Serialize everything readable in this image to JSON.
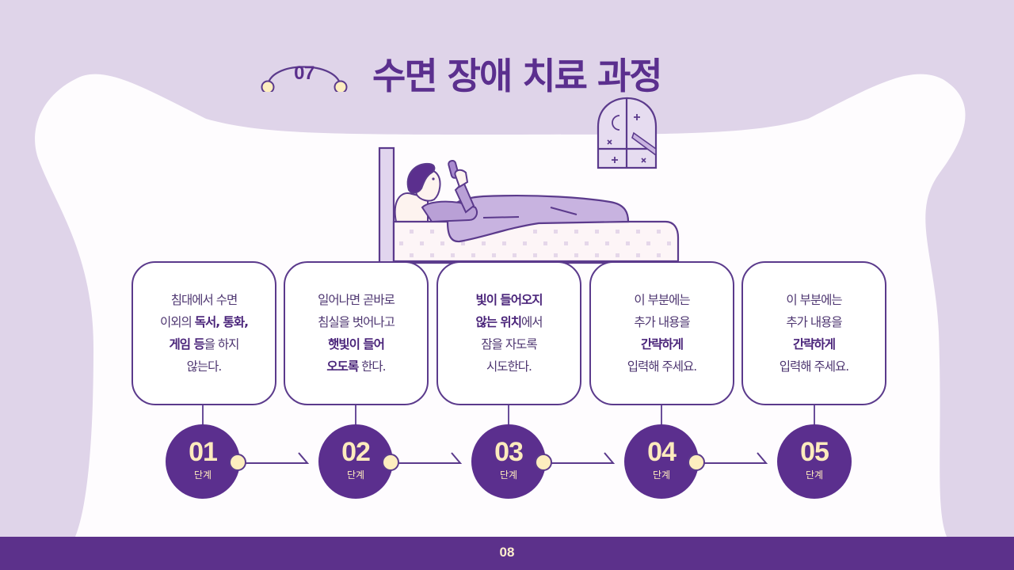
{
  "header": {
    "section_number": "07",
    "title": "수면 장애 치료 과정"
  },
  "colors": {
    "background": "#dfd4e9",
    "primary": "#5b2f8e",
    "accent_cream": "#fdeebf",
    "card_border": "#5b3a8c",
    "white": "#ffffff"
  },
  "steps": [
    {
      "number": "01",
      "label": "단계",
      "lines": [
        [
          {
            "t": "침대에서 수면",
            "b": false
          }
        ],
        [
          {
            "t": "이외의 ",
            "b": false
          },
          {
            "t": "독서, 통화,",
            "b": true
          }
        ],
        [
          {
            "t": "게임 등",
            "b": true
          },
          {
            "t": "을 하지",
            "b": false
          }
        ],
        [
          {
            "t": "않는다.",
            "b": false
          }
        ]
      ]
    },
    {
      "number": "02",
      "label": "단계",
      "lines": [
        [
          {
            "t": "일어나면 곧바로",
            "b": false
          }
        ],
        [
          {
            "t": "침실을 벗어나고",
            "b": false
          }
        ],
        [
          {
            "t": "햇빛이 들어",
            "b": true
          }
        ],
        [
          {
            "t": "오도록",
            "b": true
          },
          {
            "t": " 한다.",
            "b": false
          }
        ]
      ]
    },
    {
      "number": "03",
      "label": "단계",
      "lines": [
        [
          {
            "t": "빛이 들어오지",
            "b": true
          }
        ],
        [
          {
            "t": "않는 위치",
            "b": true
          },
          {
            "t": "에서",
            "b": false
          }
        ],
        [
          {
            "t": "잠을 자도록",
            "b": false
          }
        ],
        [
          {
            "t": "시도한다.",
            "b": false
          }
        ]
      ]
    },
    {
      "number": "04",
      "label": "단계",
      "lines": [
        [
          {
            "t": "이 부분에는",
            "b": false
          }
        ],
        [
          {
            "t": "추가 내용을",
            "b": false
          }
        ],
        [
          {
            "t": "간략하게",
            "b": true
          }
        ],
        [
          {
            "t": "입력해 주세요.",
            "b": false
          }
        ]
      ]
    },
    {
      "number": "05",
      "label": "단계",
      "lines": [
        [
          {
            "t": "이 부분에는",
            "b": false
          }
        ],
        [
          {
            "t": "추가 내용을",
            "b": false
          }
        ],
        [
          {
            "t": "간략하게",
            "b": true
          }
        ],
        [
          {
            "t": "입력해 주세요.",
            "b": false
          }
        ]
      ]
    }
  ],
  "illustration": {
    "subject": "person-lying-in-bed-using-phone",
    "window": "night-window-with-moon-and-stars"
  },
  "footer": {
    "page_number": "08"
  }
}
